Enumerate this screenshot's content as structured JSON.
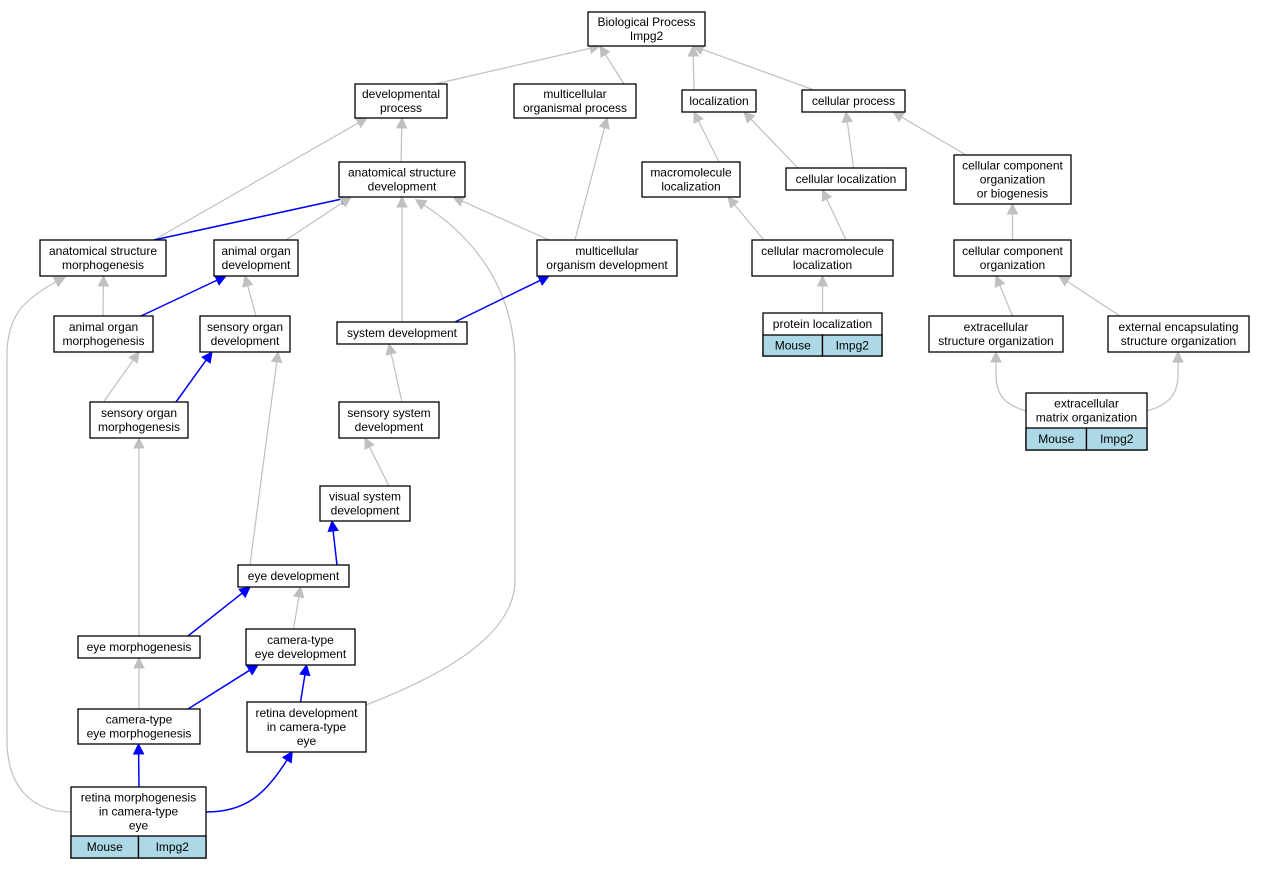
{
  "nodes": {
    "bp": {
      "lines": [
        "Biological Process",
        "Impg2"
      ]
    },
    "devproc": {
      "lines": [
        "developmental",
        "process"
      ]
    },
    "mop": {
      "lines": [
        "multicellular",
        "organismal process"
      ]
    },
    "loc": {
      "lines": [
        "localization"
      ]
    },
    "cellproc": {
      "lines": [
        "cellular process"
      ]
    },
    "asd": {
      "lines": [
        "anatomical structure",
        "development"
      ]
    },
    "macroloc": {
      "lines": [
        "macromolecule",
        "localization"
      ]
    },
    "cellloc": {
      "lines": [
        "cellular localization"
      ]
    },
    "ccob": {
      "lines": [
        "cellular component",
        "organization",
        "or biogenesis"
      ]
    },
    "asm": {
      "lines": [
        "anatomical structure",
        "morphogenesis"
      ]
    },
    "aod": {
      "lines": [
        "animal organ",
        "development"
      ]
    },
    "mod": {
      "lines": [
        "multicellular",
        "organism development"
      ]
    },
    "cml": {
      "lines": [
        "cellular macromolecule",
        "localization"
      ]
    },
    "cco": {
      "lines": [
        "cellular component",
        "organization"
      ]
    },
    "aom": {
      "lines": [
        "animal organ",
        "morphogenesis"
      ]
    },
    "sod": {
      "lines": [
        "sensory organ",
        "development"
      ]
    },
    "sysdev": {
      "lines": [
        "system development"
      ]
    },
    "protloc": {
      "lines": [
        "protein localization"
      ],
      "tags": [
        "Mouse",
        "Impg2"
      ]
    },
    "eso": {
      "lines": [
        "extracellular",
        "structure organization"
      ]
    },
    "eeso": {
      "lines": [
        "external encapsulating",
        "structure organization"
      ]
    },
    "som": {
      "lines": [
        "sensory organ",
        "morphogenesis"
      ]
    },
    "ssd": {
      "lines": [
        "sensory system",
        "development"
      ]
    },
    "emo": {
      "lines": [
        "extracellular",
        "matrix organization"
      ],
      "tags": [
        "Mouse",
        "Impg2"
      ]
    },
    "vsd": {
      "lines": [
        "visual system",
        "development"
      ]
    },
    "eyedev": {
      "lines": [
        "eye development"
      ]
    },
    "eyemorph": {
      "lines": [
        "eye morphogenesis"
      ]
    },
    "cted": {
      "lines": [
        "camera-type",
        "eye development"
      ]
    },
    "ctem": {
      "lines": [
        "camera-type",
        "eye morphogenesis"
      ]
    },
    "rdcte": {
      "lines": [
        "retina development",
        "in camera-type",
        "eye"
      ]
    },
    "rmcte": {
      "lines": [
        "retina morphogenesis",
        "in camera-type",
        "eye"
      ],
      "tags": [
        "Mouse",
        "Impg2"
      ]
    }
  },
  "edges": [
    {
      "from": "devproc",
      "to": "bp",
      "color": "grey"
    },
    {
      "from": "mop",
      "to": "bp",
      "color": "grey"
    },
    {
      "from": "loc",
      "to": "bp",
      "color": "grey"
    },
    {
      "from": "cellproc",
      "to": "bp",
      "color": "grey"
    },
    {
      "from": "asd",
      "to": "devproc",
      "color": "grey"
    },
    {
      "from": "asm",
      "to": "devproc",
      "color": "grey"
    },
    {
      "from": "asm",
      "to": "asd",
      "color": "blue"
    },
    {
      "from": "aod",
      "to": "asd",
      "color": "grey"
    },
    {
      "from": "sysdev",
      "to": "asd",
      "color": "grey"
    },
    {
      "from": "mod",
      "to": "asd",
      "color": "grey"
    },
    {
      "from": "rdcte",
      "to": "asd",
      "color": "grey"
    },
    {
      "from": "mod",
      "to": "mop",
      "color": "grey"
    },
    {
      "from": "macroloc",
      "to": "loc",
      "color": "grey"
    },
    {
      "from": "cellloc",
      "to": "loc",
      "color": "grey"
    },
    {
      "from": "cellloc",
      "to": "cellproc",
      "color": "grey"
    },
    {
      "from": "ccob",
      "to": "cellproc",
      "color": "grey"
    },
    {
      "from": "cml",
      "to": "macroloc",
      "color": "grey"
    },
    {
      "from": "cml",
      "to": "cellloc",
      "color": "grey"
    },
    {
      "from": "cco",
      "to": "ccob",
      "color": "grey"
    },
    {
      "from": "protloc",
      "to": "cml",
      "color": "grey"
    },
    {
      "from": "eso",
      "to": "cco",
      "color": "grey"
    },
    {
      "from": "eeso",
      "to": "cco",
      "color": "grey"
    },
    {
      "from": "emo",
      "to": "eso",
      "color": "grey"
    },
    {
      "from": "emo",
      "to": "eeso",
      "color": "grey"
    },
    {
      "from": "aom",
      "to": "asm",
      "color": "grey"
    },
    {
      "from": "rmcte",
      "to": "asm",
      "color": "grey"
    },
    {
      "from": "aom",
      "to": "aod",
      "color": "blue"
    },
    {
      "from": "sod",
      "to": "aod",
      "color": "grey"
    },
    {
      "from": "sysdev",
      "to": "mod",
      "color": "blue"
    },
    {
      "from": "som",
      "to": "aom",
      "color": "grey"
    },
    {
      "from": "som",
      "to": "sod",
      "color": "blue"
    },
    {
      "from": "eyedev",
      "to": "sod",
      "color": "grey"
    },
    {
      "from": "ssd",
      "to": "sysdev",
      "color": "grey"
    },
    {
      "from": "eyemorph",
      "to": "som",
      "color": "grey"
    },
    {
      "from": "vsd",
      "to": "ssd",
      "color": "grey"
    },
    {
      "from": "eyedev",
      "to": "vsd",
      "color": "blue"
    },
    {
      "from": "eyemorph",
      "to": "eyedev",
      "color": "blue"
    },
    {
      "from": "cted",
      "to": "eyedev",
      "color": "grey"
    },
    {
      "from": "ctem",
      "to": "eyemorph",
      "color": "grey"
    },
    {
      "from": "ctem",
      "to": "cted",
      "color": "blue"
    },
    {
      "from": "rdcte",
      "to": "cted",
      "color": "blue"
    },
    {
      "from": "rmcte",
      "to": "ctem",
      "color": "blue"
    },
    {
      "from": "rmcte",
      "to": "rdcte",
      "color": "blue"
    }
  ]
}
